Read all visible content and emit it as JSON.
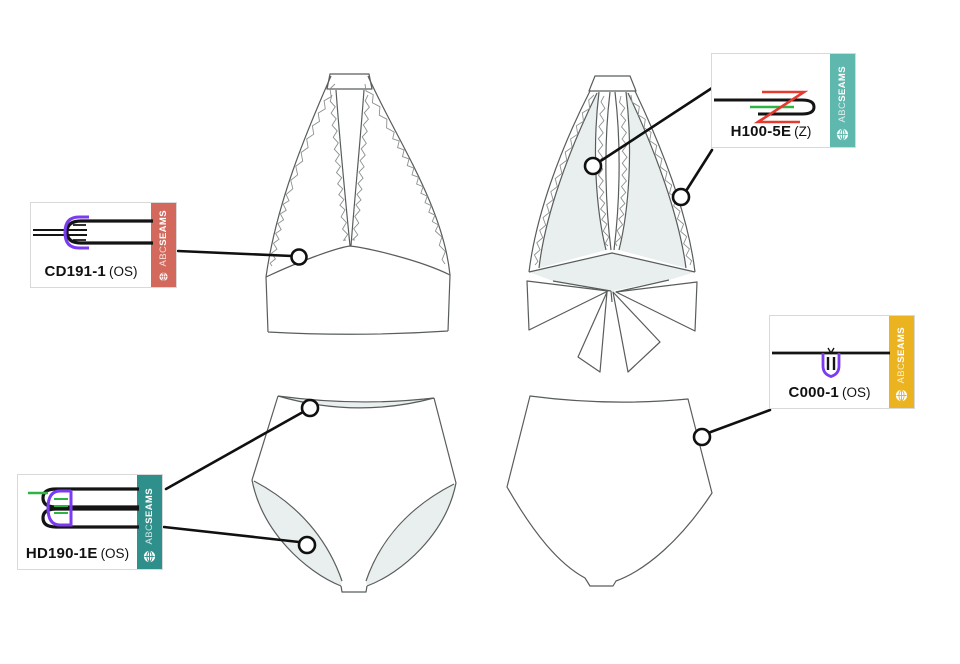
{
  "brand": {
    "light": "ABC",
    "bold": "SEAMS"
  },
  "callouts": [
    {
      "code": "CD191-1",
      "variant": "(OS)",
      "tab_color": "#d2695c",
      "stitch_icon": "binding-fold-stitch-icon"
    },
    {
      "code": "H100-5E",
      "variant": "(Z)",
      "tab_color": "#5fb8ad",
      "stitch_icon": "zigzag-hem-stitch-icon"
    },
    {
      "code": "C000-1",
      "variant": "(OS)",
      "tab_color": "#ecb321",
      "stitch_icon": "plain-seam-stitch-icon"
    },
    {
      "code": "HD190-1E",
      "variant": "(OS)",
      "tab_color": "#2f8f8b",
      "stitch_icon": "double-fold-hem-stitch-icon"
    }
  ],
  "colors": {
    "outline": "#585d5c",
    "zigzag": "#8b908f",
    "garment_fill": "#e9efee",
    "connector": "#101010",
    "stitch_purple": "#7b3bf2",
    "stitch_green": "#2eb442",
    "stitch_red": "#e63a2e",
    "stitch_black": "#141414"
  }
}
